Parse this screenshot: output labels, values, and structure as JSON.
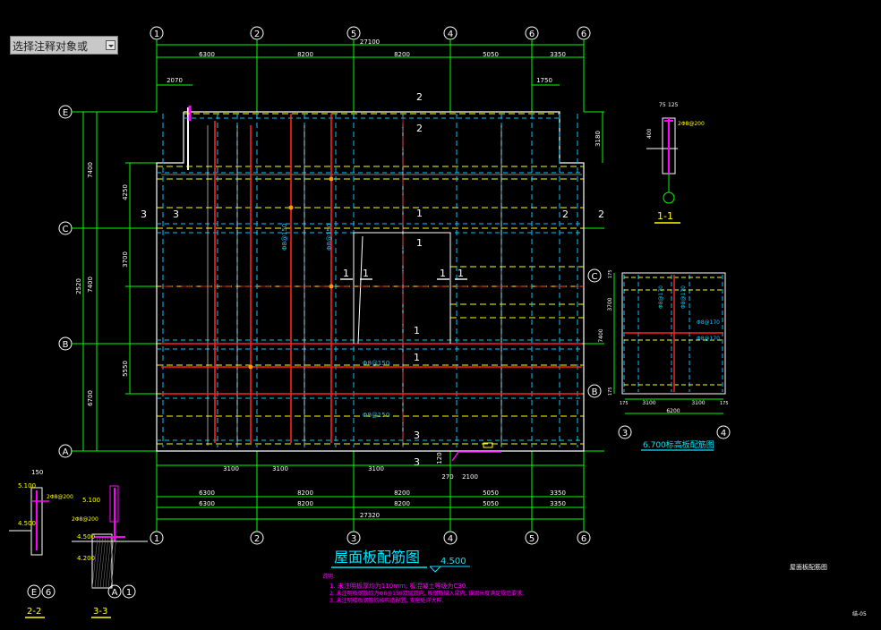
{
  "annotation_dropdown": {
    "label": "选择注释对象或"
  },
  "grid_columns_top": [
    "1",
    "2",
    "5",
    "4",
    "6",
    "6"
  ],
  "grid_columns_bottom": [
    "1",
    "2",
    "3",
    "4",
    "5",
    "6"
  ],
  "grid_rows": [
    "E",
    "C",
    "B",
    "A"
  ],
  "dims_top_total": "27100",
  "dims_top": [
    "6300",
    "8200",
    "8200",
    "5050",
    "3350"
  ],
  "dims_top_small": {
    "left": "2070",
    "right": "1750",
    "right_v": "3180"
  },
  "dims_left_outer": [
    "7400",
    "2520",
    "6700"
  ],
  "dims_left_outer2": "7400",
  "dims_left_inner": [
    "4250",
    "3700",
    "5550"
  ],
  "dims_bottom_row1": [
    "6300",
    "8200",
    "8200",
    "5050",
    "3350"
  ],
  "dims_bottom_row2": [
    "6300",
    "8200",
    "8200",
    "5050",
    "3350"
  ],
  "dims_bottom_total": "27320",
  "dims_bottom_small": [
    "3100",
    "3100",
    "3100",
    "2100",
    "270",
    "120"
  ],
  "rebar_labels": [
    "Φ8@150",
    "Φ8@150",
    "Φ8@150",
    "Φ8@150"
  ],
  "section_marks": {
    "s1": "1",
    "s2": "2",
    "s3": "3"
  },
  "main_title": "屋面板配筋图",
  "main_title_elev": "4.500",
  "notes": {
    "heading": "说明:",
    "n1": "1. 未注明板厚均为110mm; 板混凝土等级为C30.",
    "n2": "2. 未注明板钢筋均为Φ8@150双层双向, 板钢筋锚入梁内, 锚固长度满足规范要求.",
    "n3": "3. 未注明楼板钢筋均按构造配置, 支座处详大样."
  },
  "detail_11": {
    "title": "1-1",
    "dims": [
      "75",
      "125",
      "400"
    ],
    "rebar": "2Φ8@200"
  },
  "detail_22": {
    "title": "2-2",
    "dims": [
      "150",
      "5.100",
      "4.500"
    ],
    "rebar": "2Φ8@200",
    "axes": [
      "E",
      "6"
    ]
  },
  "detail_33": {
    "title": "3-3",
    "dims": [
      "5.100",
      "4.500",
      "4.200"
    ],
    "rebar": "2Φ8@200",
    "axes": [
      "A",
      "1"
    ]
  },
  "detail_670": {
    "title": "6.700标高板配筋图",
    "rows": [
      "C",
      "B"
    ],
    "cols": [
      "3",
      "4"
    ],
    "dims_h": [
      "3100",
      "3100",
      "6200"
    ],
    "dims_v": [
      "3700",
      "7400"
    ],
    "dims_corner": [
      "175",
      "175",
      "175",
      "175"
    ],
    "rebar": [
      "Φ8@170",
      "Φ8@170",
      "Φ8@170",
      "Φ8@170"
    ]
  },
  "side_label": "屋面板配筋图",
  "sheet_no": "结-05",
  "colors": {
    "background": "#000000",
    "grid_line": "#00ff00",
    "beam_dash": "#ffff00",
    "beam_cyan": "#00c8ff",
    "rebar_red": "#ff2020",
    "outline": "#ffffff",
    "title": "#00e5ff",
    "magenta": "#ff00ff"
  }
}
